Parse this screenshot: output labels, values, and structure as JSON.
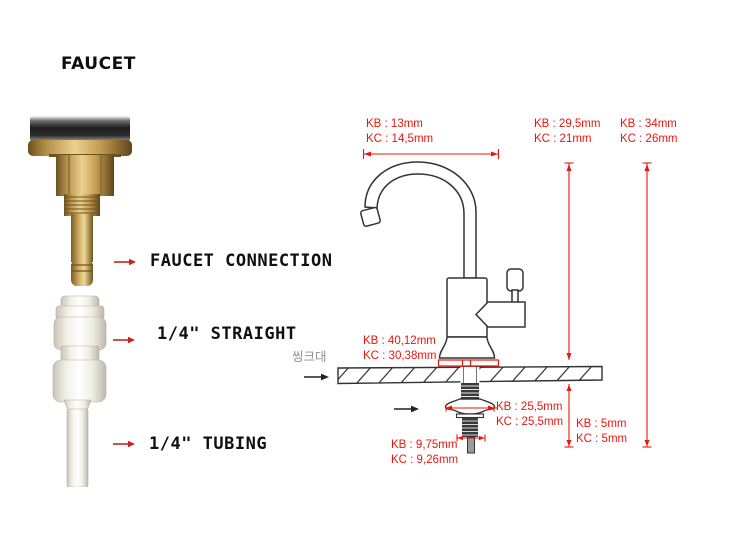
{
  "title": "FAUCET",
  "colors": {
    "dimension_red": "#e8170e",
    "label_black": "#101010",
    "sink_gray": "#909090",
    "brass": "#c29a50",
    "chrome": "#2b2b2b",
    "fitting_white": "#f3f0e8"
  },
  "left_panel": {
    "labels": [
      {
        "text": "FAUCET CONNECTION"
      },
      {
        "text": "1/4\" STRAIGHT"
      },
      {
        "text": "1/4\" TUBING"
      }
    ]
  },
  "diagram": {
    "sink_label": "씽크대",
    "dimensions": {
      "spout_reach": {
        "kb": "KB : 13mm",
        "kc": "KC : 14,5mm"
      },
      "height_above_counter": {
        "kb": "KB : 29,5mm",
        "kc": "KC : 21mm"
      },
      "total_height": {
        "kb": "KB : 34mm",
        "kc": "KC : 26mm"
      },
      "base_width": {
        "kb": "KB : 40,12mm",
        "kc": "KC : 30,38mm"
      },
      "mounting_nut_width": {
        "kb": "KB : 25,5mm",
        "kc": "KC : 25,5mm"
      },
      "counter_clearance": {
        "kb": "KB : 5mm",
        "kc": "KC : 5mm"
      },
      "thread_diameter": {
        "kb": "KB : 9,75mm",
        "kc": "KC : 9,26mm"
      }
    }
  }
}
